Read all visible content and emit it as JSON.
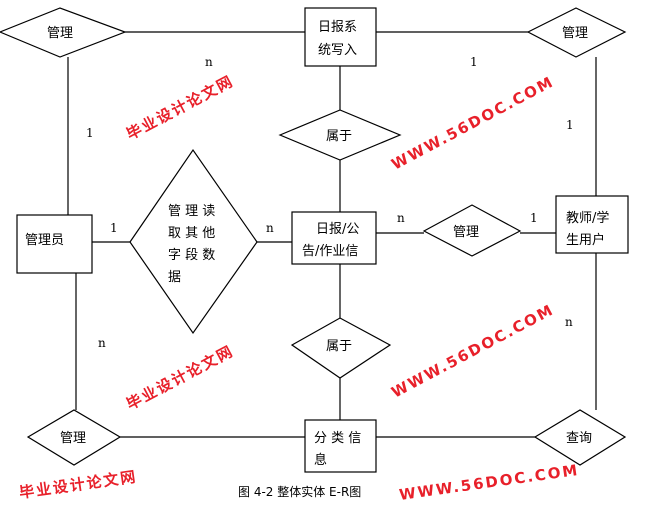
{
  "entities": {
    "daily_write": [
      "日报系",
      "统写入"
    ],
    "admin": "管理员",
    "info": [
      "日报/公",
      "告/作业信"
    ],
    "teacher_student": [
      "教师/学",
      "生用户"
    ],
    "category": [
      "分 类 信",
      "息"
    ]
  },
  "relationships": {
    "manage_top_left": "管理",
    "manage_top_right": "管理",
    "belongs_top": "属于",
    "manage_read": [
      "管 理 读",
      "取 其 他",
      "字 段 数",
      "据"
    ],
    "manage_middle": "管理",
    "belongs_bottom": "属于",
    "manage_bottom_left": "管理",
    "query": "查询"
  },
  "cardinalities": {
    "top_left_n": "n",
    "top_right_1": "1",
    "admin_up_1": "1",
    "teacher_up_1": "1",
    "admin_right_1": "1",
    "info_left_n": "n",
    "info_right_n": "n",
    "teacher_left_1": "1",
    "admin_down_n": "n",
    "teacher_down_n": "n"
  },
  "caption": "图 4-2 整体实体 E-R图",
  "watermarks": [
    "WWW.56DOC.COM",
    "毕业设计论文网"
  ]
}
